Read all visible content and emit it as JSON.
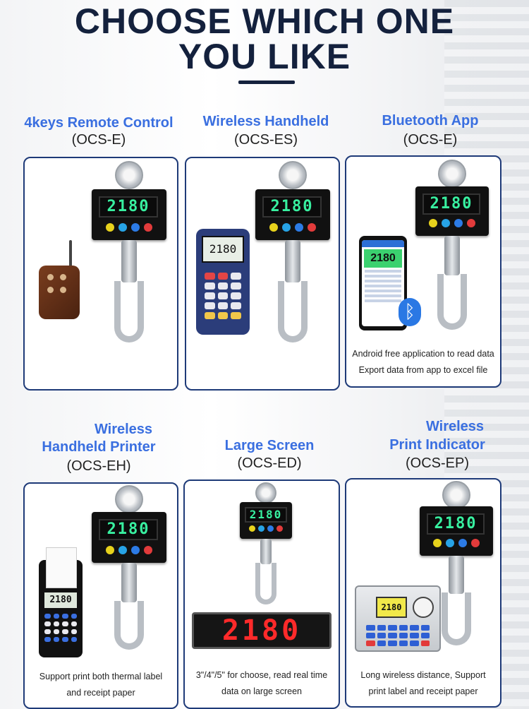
{
  "headline": {
    "line1": "CHOOSE WHICH ONE",
    "line2": "YOU LIKE"
  },
  "colors": {
    "title_blue": "#3a6fe0",
    "navy": "#14213d",
    "display_green": "#38f0a0",
    "display_red": "#ff2a2a"
  },
  "products": [
    {
      "title": "4keys Remote Control",
      "code": "(OCS-E)",
      "display": "2180",
      "caption": []
    },
    {
      "title": "Wireless Handheld",
      "code": "(OCS-ES)",
      "display": "2180",
      "accessory_display": "2180",
      "caption": []
    },
    {
      "title": "Bluetooth App",
      "code": "(OCS-E)",
      "display": "2180",
      "app_value": "2180",
      "caption": [
        "Android free application to read data",
        "Export data from app to excel file"
      ]
    },
    {
      "title_line1": "Wireless",
      "title_line2": "Handheld Printer",
      "code": "(OCS-EH)",
      "display": "2180",
      "accessory_display": "2180",
      "caption": [
        "Support print both thermal label",
        "and receipt paper"
      ]
    },
    {
      "title": "Large Screen",
      "code": "(OCS-ED)",
      "display": "2180",
      "big_display": "2180",
      "caption": [
        "3\"/4\"/5\" for choose, read real time",
        "data on large screen"
      ]
    },
    {
      "title_line1": "Wireless",
      "title_line2": "Print Indicator",
      "code": "(OCS-EP)",
      "display": "2180",
      "accessory_display": "2180",
      "caption": [
        "Long wireless distance, Support",
        "print label and receipt paper"
      ]
    }
  ]
}
